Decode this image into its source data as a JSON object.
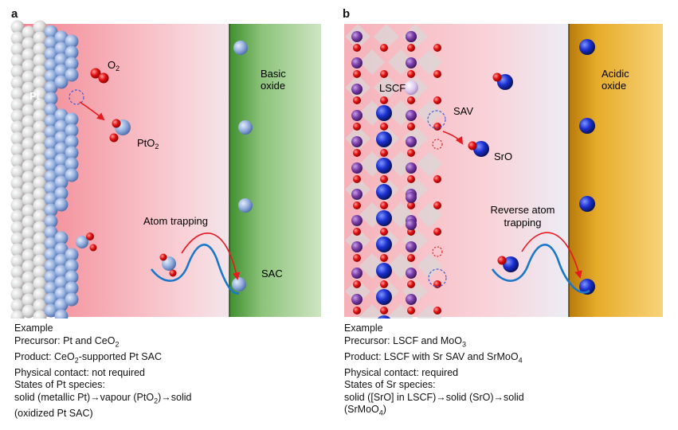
{
  "panels": {
    "a": {
      "letter": "a",
      "labels": {
        "metal": "Pt",
        "gas": "O",
        "gas_sub": "2",
        "vapour": "PtO",
        "vapour_sub": "2",
        "support_line1": "Basic",
        "support_line2": "oxide",
        "trapping": "Atom trapping",
        "product": "SAC"
      },
      "caption": {
        "heading": "Example",
        "precursor_pre": "Precursor: Pt and CeO",
        "precursor_sub": "2",
        "product_pre": "Product: CeO",
        "product_sub": "2",
        "product_post": "-supported Pt SAC",
        "contact": "Physical contact: not required",
        "states_title": "States of Pt species:",
        "states_line1": "solid (metallic Pt)→vapour (PtO",
        "states_line1_sub": "2",
        "states_line1_post": ")→solid",
        "states_line2": "(oxidized Pt SAC)"
      },
      "colors": {
        "metal_light": "#e6e6e6",
        "metal_blue": "#8fa8d8",
        "support": "#5ea34a",
        "gradient": "#f08c96"
      }
    },
    "b": {
      "letter": "b",
      "labels": {
        "host": "LSCF",
        "vacancy": "SAV",
        "vapour": "SrO",
        "support_line1": "Acidic",
        "support_line2": "oxide",
        "trapping_line1": "Reverse atom",
        "trapping_line2": "trapping"
      },
      "caption": {
        "heading": "Example",
        "precursor_pre": "Precursor: LSCF and MoO",
        "precursor_sub": "3",
        "product_pre": "Product: LSCF with Sr SAV and SrMoO",
        "product_sub": "4",
        "contact": "Physical contact: required",
        "states_title": "States of Sr species:",
        "states_line1": "solid ([SrO] in LSCF)→solid (SrO)→solid",
        "states_line2_pre": "(SrMoO",
        "states_line2_sub": "4",
        "states_line2_post": ")"
      },
      "colors": {
        "sr": "#1a2fcf",
        "la": "#7a3fa8",
        "oxygen": "#e01010",
        "support": "#e0a020",
        "gradient": "#f08c96"
      }
    }
  }
}
